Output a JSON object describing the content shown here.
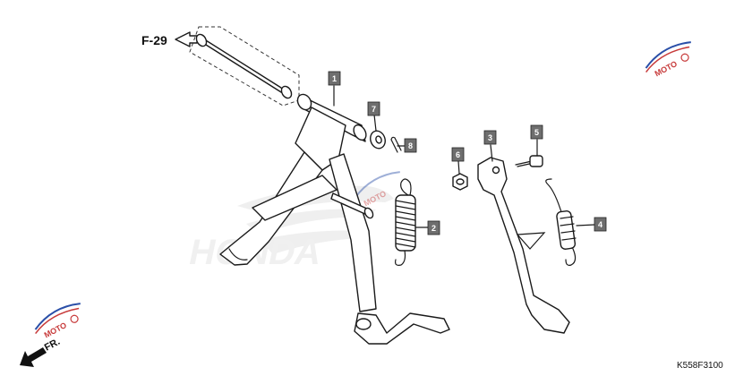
{
  "reference": {
    "label": "F-29"
  },
  "direction": {
    "label": "FR."
  },
  "diagram_code": "K558F3100",
  "callouts": [
    {
      "id": "1",
      "part": "main-stand"
    },
    {
      "id": "2",
      "part": "main-stand-spring"
    },
    {
      "id": "3",
      "part": "side-stand-bar"
    },
    {
      "id": "4",
      "part": "side-stand-spring"
    },
    {
      "id": "5",
      "part": "side-stand-pivot-bolt"
    },
    {
      "id": "6",
      "part": "lock-nut"
    },
    {
      "id": "7",
      "part": "washer"
    },
    {
      "id": "8",
      "part": "cotter-pin"
    }
  ],
  "watermark": {
    "brand": "HONDA",
    "logo_text": "MOTO"
  },
  "colors": {
    "line": "#1a1a1a",
    "callout_fill": "#6e6e6e",
    "watermark_gray": "#e2e2e2",
    "watermark_red": "#c73a3a",
    "watermark_blue": "#2a4fa8"
  }
}
